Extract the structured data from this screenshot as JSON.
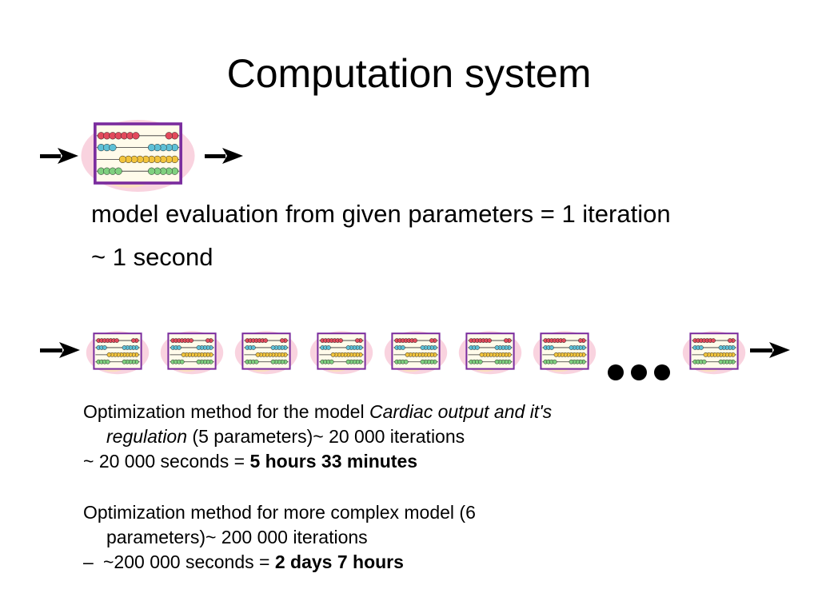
{
  "slide": {
    "title": "Computation system",
    "single": {
      "caption": "model evaluation from given parameters = 1 iteration",
      "time": "~ 1 second"
    },
    "chain": {
      "count": 8,
      "ellipsis_icon": "three-dots-icon"
    },
    "block1": {
      "line1_prefix": "Optimization method for the model ",
      "line1_italic": "Cardiac output and it's",
      "line2_italic": "regulation",
      "line2_rest": " (5 parameters)~ 20 000 iterations",
      "line3_prefix": "~ 20 000 seconds = ",
      "line3_bold": "5 hours 33 minutes"
    },
    "block2": {
      "line1": "Optimization method for more complex model (6",
      "line2": "parameters)~ 200 000 iterations",
      "bullet": "–",
      "line3_prefix": "~200 000 seconds = ",
      "line3_bold": "2 days 7 hours"
    },
    "colors": {
      "blob": "#f9d3df",
      "frame": "#7a2c9e",
      "rows": [
        "#e24a5c",
        "#5ec0d6",
        "#f2c43c",
        "#7fd07f"
      ]
    }
  }
}
